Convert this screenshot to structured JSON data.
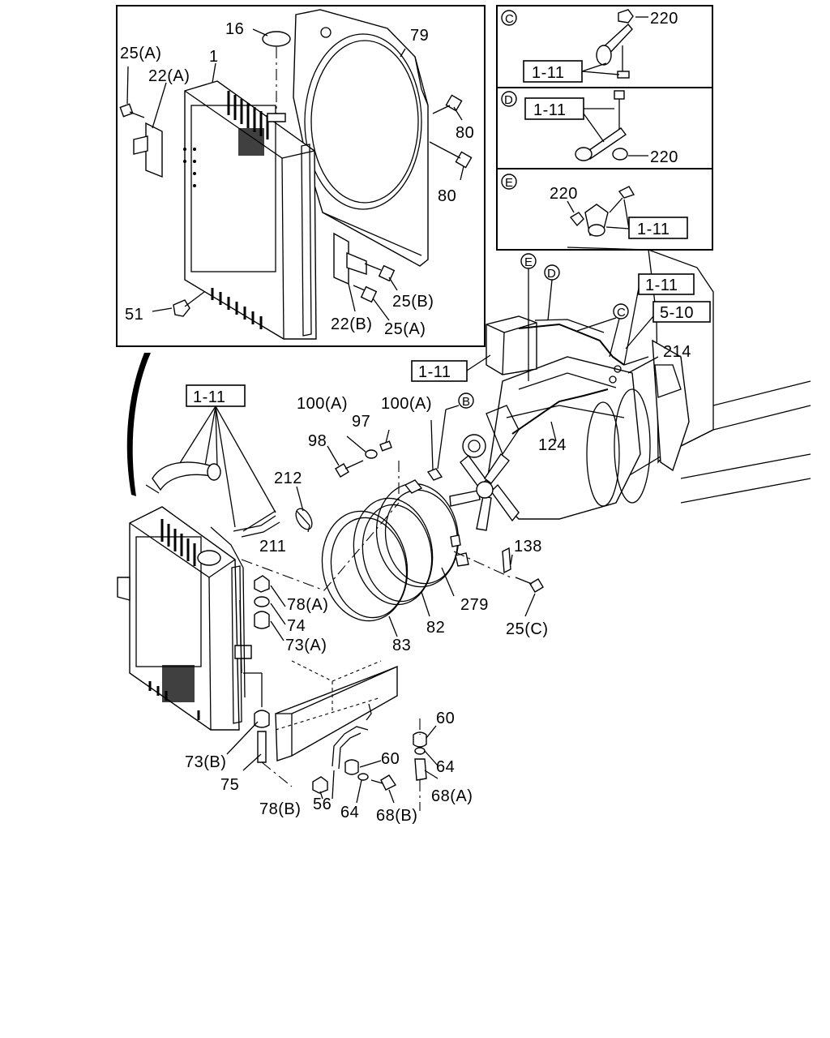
{
  "labels": {
    "l16": "16",
    "l1": "1",
    "l79": "79",
    "l25a_top": "25(A)",
    "l22a": "22(A)",
    "l80_1": "80",
    "l80_2": "80",
    "l51": "51",
    "l25b": "25(B)",
    "l22b": "22(B)",
    "l25a_mid": "25(A)",
    "lc220": "220",
    "ld220": "220",
    "le220": "220",
    "l214": "214",
    "l100a_1": "100(A)",
    "l100a_2": "100(A)",
    "l97": "97",
    "l98": "98",
    "l124": "124",
    "l212": "212",
    "l211": "211",
    "l138": "138",
    "l78a": "78(A)",
    "l74": "74",
    "l73a": "73(A)",
    "l279": "279",
    "l82": "82",
    "l83": "83",
    "l25c": "25(C)",
    "l60_1": "60",
    "l60_2": "60",
    "l64_1": "64",
    "l64_2": "64",
    "l73b": "73(B)",
    "l75": "75",
    "l78b": "78(B)",
    "l56": "56",
    "l68a": "68(A)",
    "l68b": "68(B)"
  },
  "refs": {
    "ref_c": "1-11",
    "ref_d": "1-11",
    "ref_e": "1-11",
    "ref_main": "1-11",
    "ref_510": "5-10",
    "ref_engine": "1-11",
    "ref_hoses": "1-11"
  },
  "callouts": {
    "c_panel": "C",
    "d_panel": "D",
    "e_panel": "E",
    "e_engine": "E",
    "d_engine": "D",
    "c_engine": "C",
    "b_engine": "B"
  }
}
